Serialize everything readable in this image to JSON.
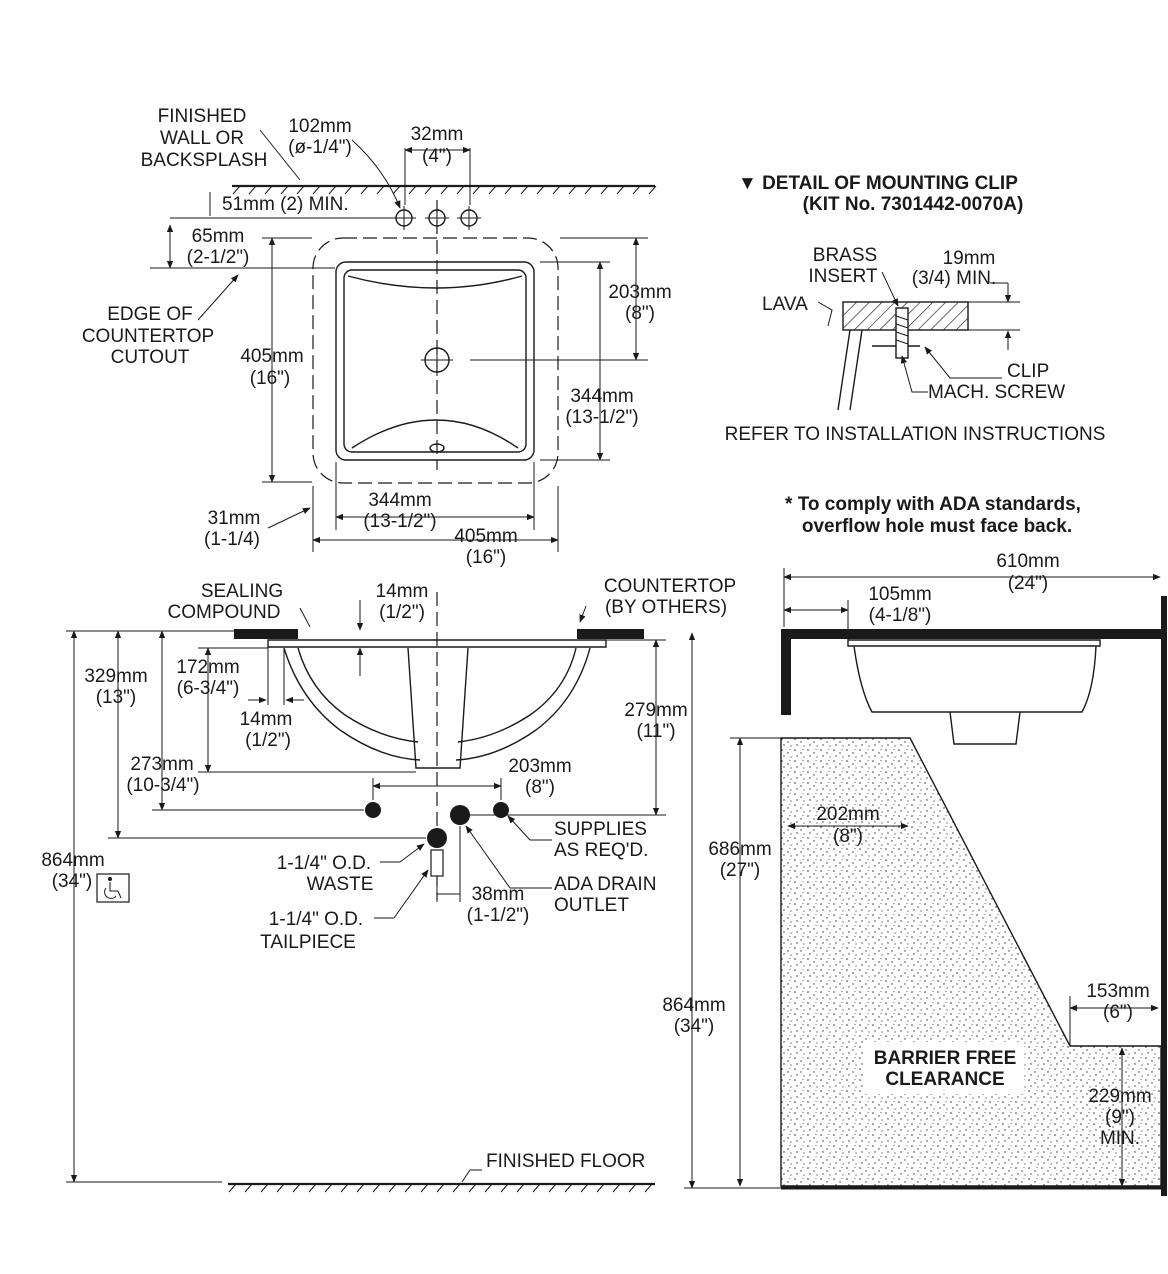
{
  "top_view": {
    "finished_wall": [
      "FINISHED",
      "WALL OR",
      "BACKSPLASH"
    ],
    "faucet_hole": [
      "102mm",
      "(ø-1/4\")"
    ],
    "spacing": [
      "32mm",
      "(4\")"
    ],
    "min_setback": "51mm (2) MIN.",
    "cutout_offset": [
      "65mm",
      "(2-1/2\")"
    ],
    "edge_of_countertop": [
      "EDGE OF",
      "COUNTERTOP",
      "CUTOUT"
    ],
    "overall_depth": [
      "405mm",
      "(16\")"
    ],
    "drain_depth": [
      "203mm",
      "(8\")"
    ],
    "bowl_depth": [
      "344mm",
      "(13-1/2\")"
    ],
    "bowl_width": [
      "344mm",
      "(13-1/2\")"
    ],
    "overall_width": [
      "405mm",
      "(16\")"
    ],
    "rim": [
      "31mm",
      "(1-1/4)"
    ]
  },
  "clip_detail": {
    "title": "▼ DETAIL OF MOUNTING CLIP",
    "kit": "(KIT No. 7301442-0070A)",
    "brass_insert": [
      "BRASS",
      "INSERT"
    ],
    "min_depth": [
      "19mm",
      "(3/4) MIN."
    ],
    "lava": "LAVA",
    "clip": "CLIP",
    "screw": "MACH. SCREW",
    "refer": "REFER TO INSTALLATION INSTRUCTIONS"
  },
  "ada_note": [
    "* To comply with ADA standards,",
    "overflow hole must face back."
  ],
  "front_view": {
    "sealing": [
      "SEALING",
      "COMPOUND"
    ],
    "countertop": [
      "COUNTERTOP",
      "(BY OTHERS)"
    ],
    "deck": [
      "14mm",
      "(1/2\")"
    ],
    "rough_in": [
      "329mm",
      "(13\")"
    ],
    "bowl_height": [
      "172mm",
      "(6-3/4\")"
    ],
    "rim_thickness": [
      "14mm",
      "(1/2\")"
    ],
    "supply_height": [
      "273mm",
      "(10-3/4\")"
    ],
    "supply_spacing": [
      "203mm",
      "(8\")"
    ],
    "overall_height": [
      "279mm",
      "(11\")"
    ],
    "supplies": [
      "SUPPLIES",
      "AS REQ'D."
    ],
    "waste": [
      "1-1/4\" O.D.",
      "WASTE"
    ],
    "ada_drain": [
      "ADA DRAIN",
      "OUTLET"
    ],
    "tail_offset": [
      "38mm",
      "(1-1/2\")"
    ],
    "tailpiece": [
      "1-1/4\" O.D.",
      "TAILPIECE"
    ],
    "floor_height": [
      "864mm",
      "(34\")"
    ],
    "finished_floor": "FINISHED FLOOR"
  },
  "side_view": {
    "depth": [
      "610mm",
      "(24\")"
    ],
    "front_offset": [
      "105mm",
      "(4-1/8\")"
    ],
    "knee_depth": [
      "202mm",
      "(8\")"
    ],
    "knee_height": [
      "686mm",
      "(27\")"
    ],
    "floor_height": [
      "864mm",
      "(34\")"
    ],
    "toe_depth": [
      "153mm",
      "(6\")"
    ],
    "clearance": [
      "BARRIER FREE",
      "CLEARANCE"
    ],
    "toe_height": [
      "229mm",
      "(9\")",
      "MIN."
    ]
  },
  "icons": {
    "accessibility": "wheelchair-icon"
  }
}
